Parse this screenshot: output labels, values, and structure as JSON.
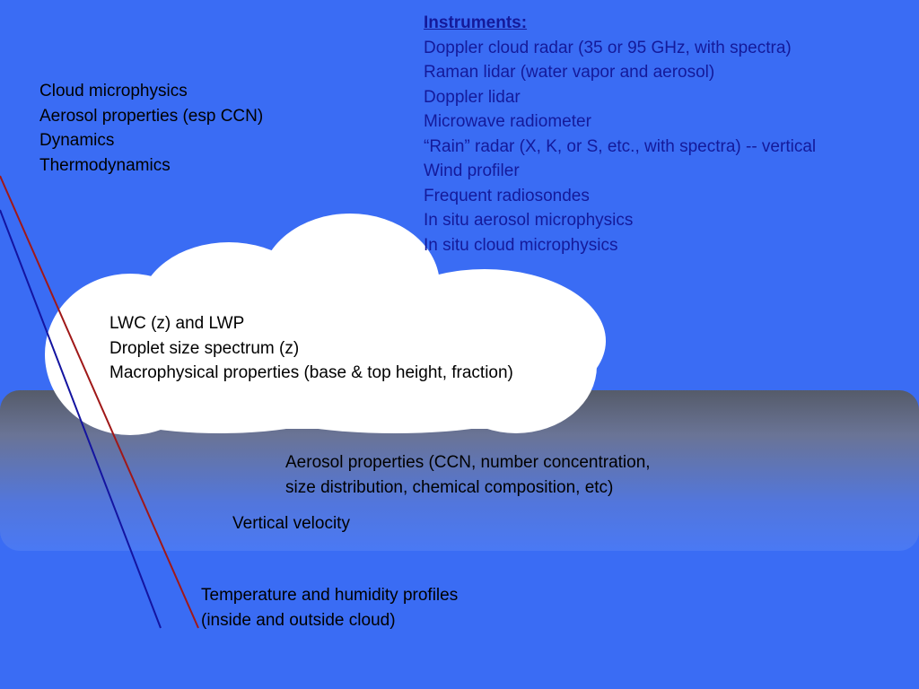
{
  "topics": [
    "Cloud microphysics",
    "Aerosol properties (esp CCN)",
    "Dynamics",
    "Thermodynamics"
  ],
  "instruments": {
    "title": "Instruments:",
    "items": [
      "Doppler cloud radar (35 or 95 GHz, with spectra)",
      "Raman lidar (water vapor and aerosol)",
      "Doppler lidar",
      "Microwave radiometer",
      "“Rain” radar (X, K, or S, etc., with spectra) -- vertical",
      "Wind profiler",
      "Frequent radiosondes",
      "In situ aerosol microphysics",
      "In situ cloud microphysics"
    ]
  },
  "cloud": {
    "lines": [
      "LWC (z) and LWP",
      "Droplet size spectrum (z)",
      "Macrophysical properties (base & top height, fraction)"
    ]
  },
  "boundary_layer": {
    "aerosol_lines": [
      "Aerosol properties (CCN, number concentration,",
      "size distribution, chemical composition, etc)"
    ],
    "velocity_label": "Vertical velocity"
  },
  "profiles": {
    "lines": [
      "Temperature and humidity profiles",
      "(inside and outside cloud)"
    ]
  },
  "colors": {
    "background": "#3a6cf4",
    "cloud": "#ffffff",
    "temperature_line": "#a01818",
    "humidity_line": "#1414a0",
    "instrument_text": "#141a9a",
    "label_text": "#000000"
  }
}
